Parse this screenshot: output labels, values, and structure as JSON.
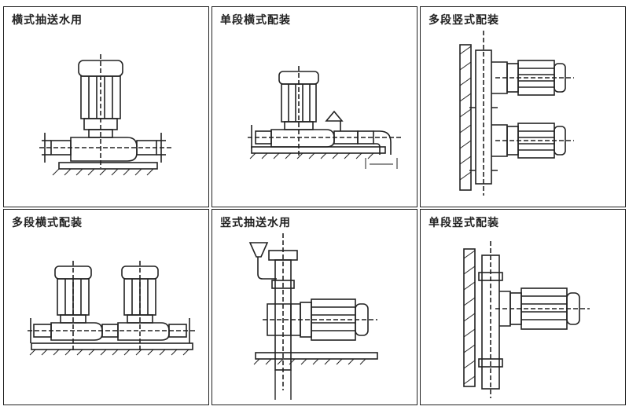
{
  "panels": [
    {
      "label": "横式抽送水用",
      "icon": "horizontal-pump-icon"
    },
    {
      "label": "单段横式配装",
      "icon": "horizontal-pump-with-valve-icon"
    },
    {
      "label": "多段竖式配装",
      "icon": "wall-mounted-double-pump-icon"
    },
    {
      "label": "多段横式配装",
      "icon": "double-horizontal-pump-icon"
    },
    {
      "label": "竖式抽送水用",
      "icon": "vertical-pump-icon"
    },
    {
      "label": "单段竖式配装",
      "icon": "wall-mounted-pump-icon"
    }
  ],
  "colors": {
    "line": "#222222",
    "background": "#ffffff"
  }
}
